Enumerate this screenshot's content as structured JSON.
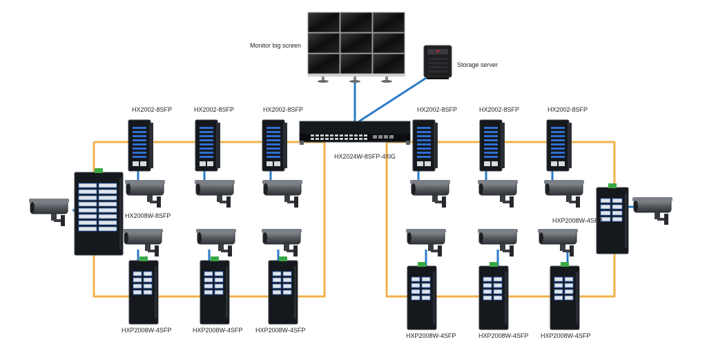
{
  "labels": {
    "monitor": "Monitor big screen",
    "storage": "Storage server",
    "core_switch": "HX2024W-8SFP-4!0G"
  },
  "top_switches": [
    {
      "model": "HX2002-8SFP"
    },
    {
      "model": "HX2002-8SFP"
    },
    {
      "model": "HX2002-8SFP"
    },
    {
      "model": "HX2002-8SFP"
    },
    {
      "model": "HX2002-8SFP"
    },
    {
      "model": "HX2002-8SFP"
    }
  ],
  "side_switches": [
    {
      "model": "HX2008W-8SFP"
    },
    {
      "model": "HXP2008W-4SFP"
    }
  ],
  "bottom_switches": [
    {
      "model": "HXP2008W-4SFP"
    },
    {
      "model": "HXP2008W-4SFP"
    },
    {
      "model": "HXP2008W-4SFP"
    },
    {
      "model": "HXP2008W-4SFP"
    },
    {
      "model": "HXP2008W-4SFP"
    },
    {
      "model": "HXP2008W-4SFP"
    }
  ],
  "colors": {
    "ring": "#f2b04a",
    "uplink": "#2a79c7",
    "device": "#15181c",
    "port": "#2f6fd1",
    "terminal": "#3aa845",
    "camera": "#5c6066"
  }
}
